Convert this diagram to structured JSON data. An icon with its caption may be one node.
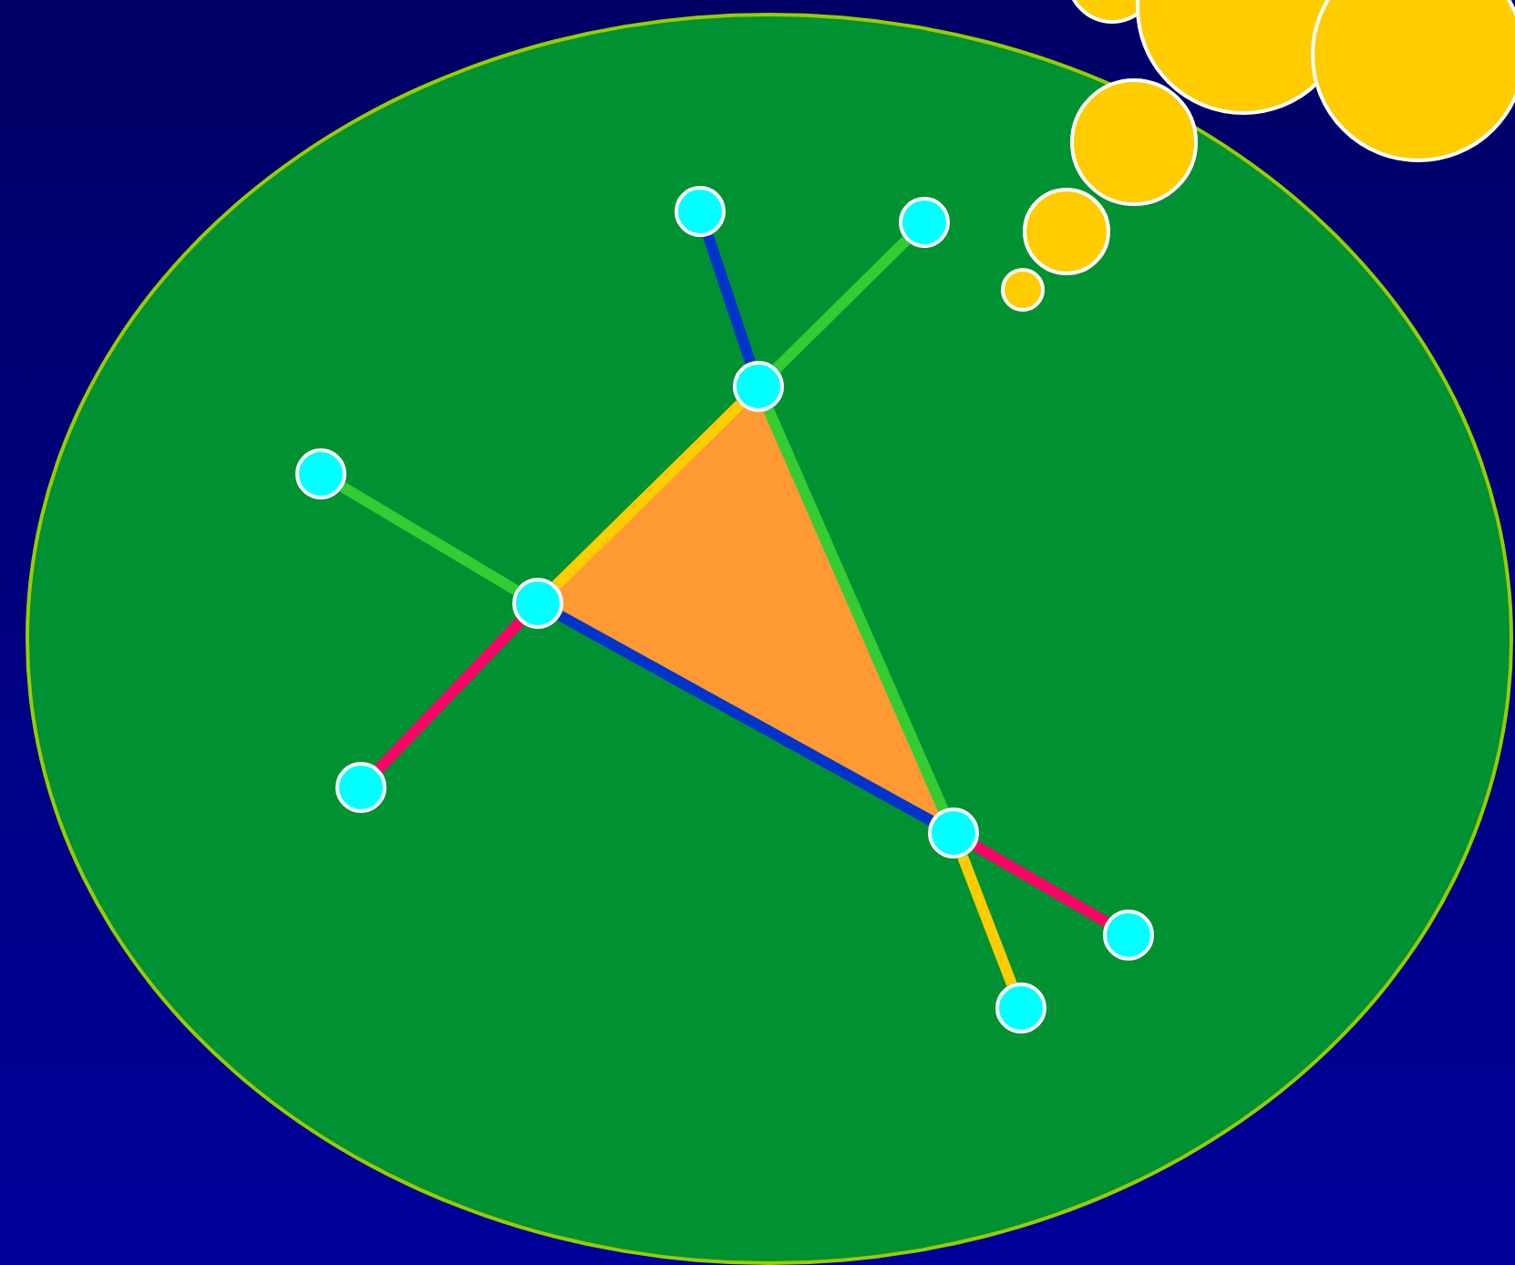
{
  "diagram": {
    "nodes": [
      {
        "text": [],
        "shape": "ellipse"
      },
      {
        "text": [],
        "shape": "circle",
        "in": 0
      },
      {
        "text": [],
        "shape": "circle",
        "in": 0
      },
      {
        "text": [],
        "shape": "circle",
        "in": 0
      },
      {
        "text": [],
        "shape": "circle",
        "in": 0
      },
      {
        "text": [],
        "shape": "circle",
        "in": 0
      },
      {
        "text": [],
        "shape": "circle",
        "in": 0
      },
      {
        "text": [],
        "shape": "circle",
        "in": 0
      },
      {
        "text": [],
        "shape": "circle",
        "in": 0
      },
      {
        "text": [],
        "shape": "circle",
        "in": 0
      }
    ],
    "edges": [
      {
        "from": 1,
        "to": 3,
        "arrow": "none",
        "color": "#0033cc"
      },
      {
        "from": 2,
        "to": 3,
        "arrow": "none",
        "color": "#33cc33"
      },
      {
        "from": 3,
        "to": 5,
        "arrow": "none",
        "color": "#ffcc00"
      },
      {
        "from": 3,
        "to": 7,
        "arrow": "none",
        "color": "#33cc33"
      },
      {
        "from": 4,
        "to": 5,
        "arrow": "none",
        "color": "#33cc33"
      },
      {
        "from": 5,
        "to": 6,
        "arrow": "none",
        "color": "#ff0066"
      },
      {
        "from": 5,
        "to": 7,
        "arrow": "none",
        "color": "#0033cc"
      },
      {
        "from": 7,
        "to": 8,
        "arrow": "none",
        "color": "#ff0066"
      },
      {
        "from": 7,
        "to": 9,
        "arrow": "none",
        "color": "#ffcc00"
      }
    ]
  }
}
